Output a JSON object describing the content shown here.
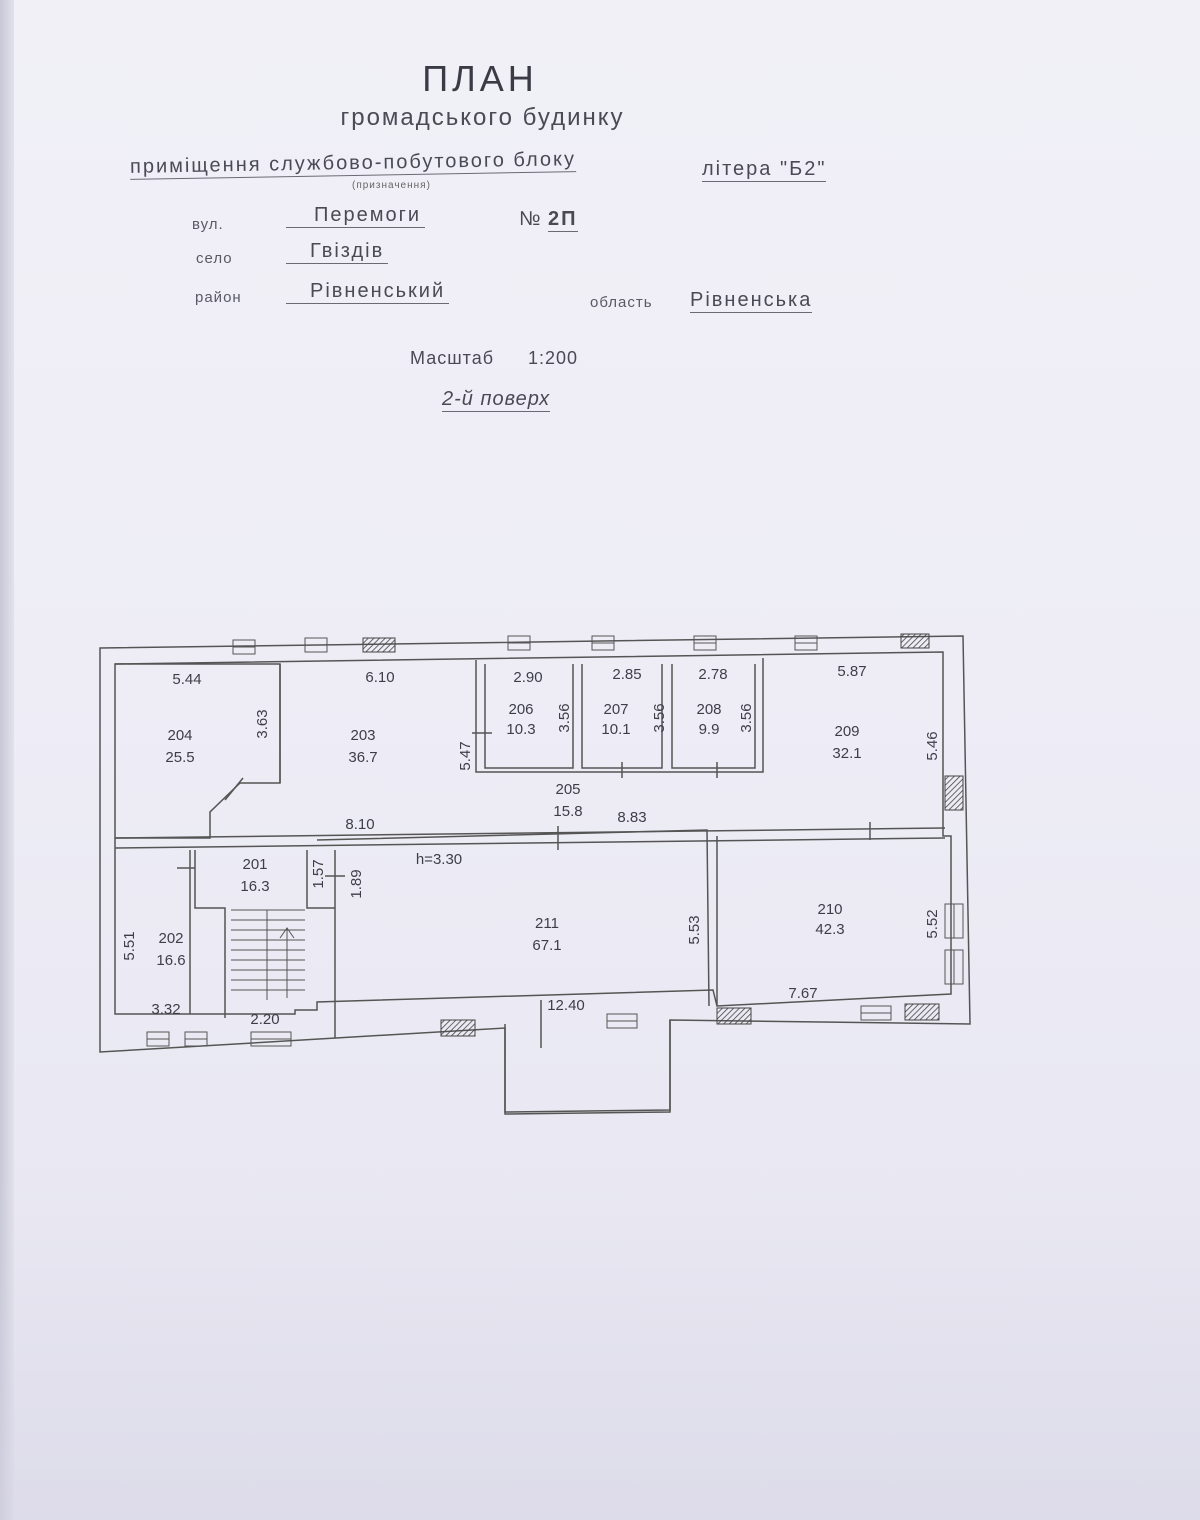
{
  "header": {
    "title": "ПЛАН",
    "subtitle": "громадського будинку",
    "purpose": "приміщення службово-побутового блоку",
    "purpose_caption": "(призначення)",
    "litera": "літера \"Б2\""
  },
  "address": {
    "street_label": "вул.",
    "street": "Перемоги",
    "number_label": "№",
    "number": "2П",
    "village_label": "село",
    "village": "Гвіздів",
    "district_label": "район",
    "district": "Рівненський",
    "region_label": "область",
    "region": "Рівненська"
  },
  "scale": {
    "label": "Масштаб",
    "value": "1:200"
  },
  "floor": "2-й поверх",
  "plan": {
    "height_note": "h=3.30",
    "rooms": [
      {
        "number": "201",
        "area": "16.3"
      },
      {
        "number": "202",
        "area": "16.6"
      },
      {
        "number": "203",
        "area": "36.7"
      },
      {
        "number": "204",
        "area": "25.5"
      },
      {
        "number": "205",
        "area": "15.8"
      },
      {
        "number": "206",
        "area": "10.3"
      },
      {
        "number": "207",
        "area": "10.1"
      },
      {
        "number": "208",
        "area": "9.9"
      },
      {
        "number": "209",
        "area": "32.1"
      },
      {
        "number": "210",
        "area": "42.3"
      },
      {
        "number": "211",
        "area": "67.1"
      }
    ],
    "dimensions": {
      "r204_width": "5.44",
      "r204_height": "3.63",
      "r203_width": "6.10",
      "r206_width": "2.90",
      "r207_width": "2.85",
      "r208_width": "2.78",
      "r209_width": "5.87",
      "r206_height": "3.56",
      "r207_height": "3.56",
      "r208_height": "3.56",
      "r203_height": "5.47",
      "r209_height": "5.46",
      "corridor_left": "8.10",
      "corridor_right": "8.83",
      "r201_height_a": "1.57",
      "r201_height_b": "1.89",
      "r202_height": "5.51",
      "r202_width": "3.32",
      "stair_width": "2.20",
      "r211_height": "5.53",
      "r211_width": "12.40",
      "r210_height": "5.52",
      "r210_width": "7.67"
    }
  }
}
